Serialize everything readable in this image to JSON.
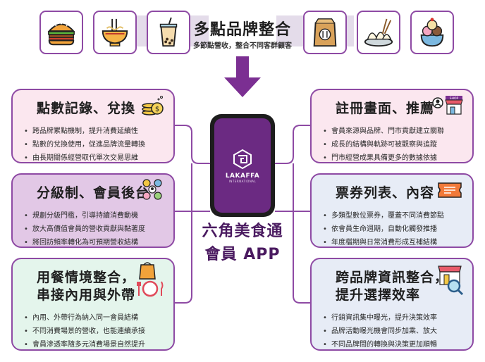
{
  "header": {
    "title": "多點品牌整合",
    "subtitle": "多節點營收，整合不同客群顧客",
    "left_icons": [
      "burger-icon",
      "noodle-bowl-icon",
      "bubble-tea-icon"
    ],
    "right_icons": [
      "takeout-bag-icon",
      "dumplings-icon",
      "ice-cream-icon"
    ]
  },
  "center": {
    "app_name": "LAKAFFA",
    "app_tagline": "INTERNATIONAL",
    "label_line1": "六角美食通",
    "label_line2": "會員 APP"
  },
  "cards": {
    "points": {
      "title": "點數記錄、兌換",
      "icon": "coins-icon",
      "items": [
        "跨品牌累點機制，提升消費延續性",
        "點數的兌換使用，促進品牌流量轉換",
        "由長期關係經營取代單次交易思維"
      ]
    },
    "tiers": {
      "title": "分級制、會員後台",
      "icon": "member-network-icon",
      "items": [
        "規劃分級門檻，引導持續消費動機",
        "放大高價值會員的營收貢獻與黏著度",
        "將回訪頻率轉化為可預期營收結構"
      ]
    },
    "dining": {
      "title_line1": "用餐情境整合，",
      "title_line2": "串接內用與外帶",
      "icon": "dining-takeout-icon",
      "items": [
        "內用、外帶行為納入同一會員結構",
        "不同消費場景的營收，也能連續承接",
        "會員滲透率隨多元消費場景自然提升"
      ]
    },
    "register": {
      "title": "註冊畫面、推薦",
      "icon": "shop-referral-icon",
      "items": [
        "會員來源與品牌、門市貢獻建立關聯",
        "成長的結構與軌跡可被觀察與追蹤",
        "門市經營成果具備更多的數據依據"
      ]
    },
    "vouchers": {
      "title": "票券列表、內容",
      "icon": "ticket-icon",
      "items": [
        "多類型數位票券，覆蓋不同消費節點",
        "依會員生命週期，自動化觸發推播",
        "年度檔期與日常消費形成互補結構"
      ]
    },
    "info": {
      "title_line1": "跨品牌資訊整合，",
      "title_line2": "提升選擇效率",
      "icon": "store-search-icon",
      "items": [
        "行銷資訊集中曝光，提升決策效率",
        "品牌活動曝光機會同步加乘、放大",
        "不同品牌間的轉換與決策更加順暢"
      ]
    }
  },
  "colors": {
    "accent": "#8e4aa4",
    "phone_screen": "#6b2a82",
    "center_text": "#4a1a60",
    "card_pink": "#fbe7ef",
    "card_purple": "#e2c8e6",
    "card_mint": "#e4f5ec",
    "card_blue": "#e7ecf6"
  }
}
